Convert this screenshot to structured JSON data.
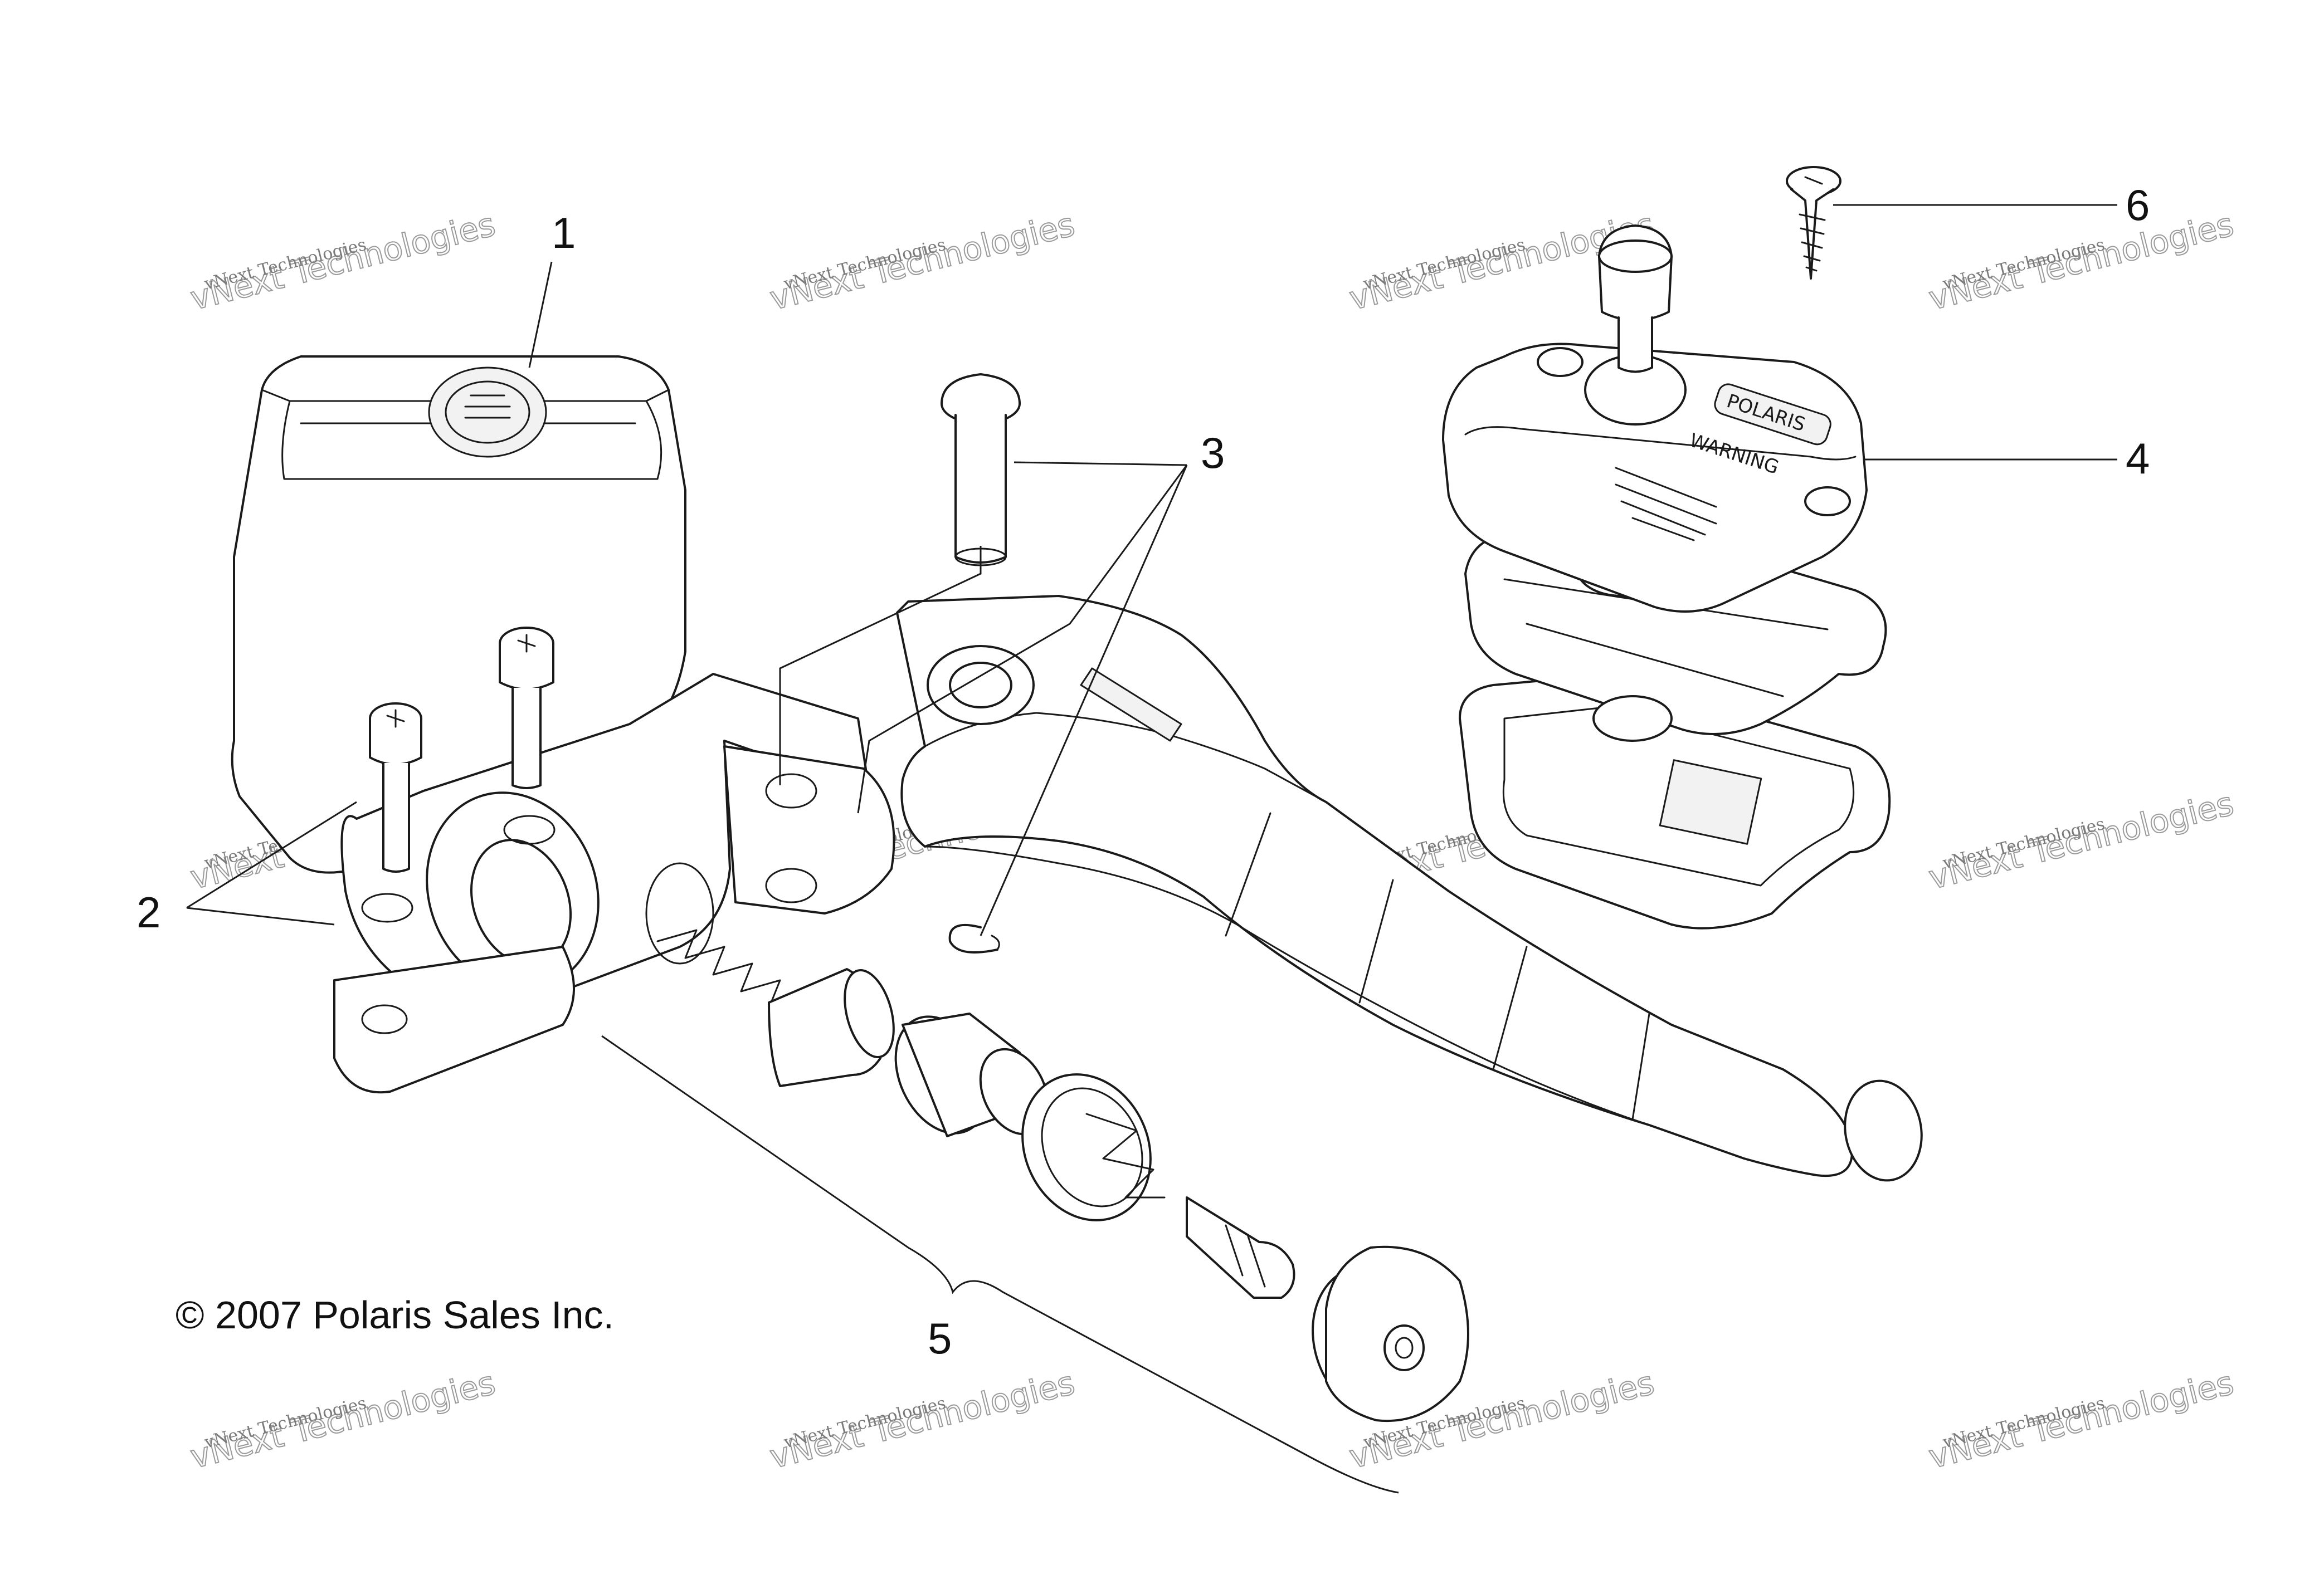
{
  "diagram": {
    "copyright": "© 2007 Polaris Sales Inc.",
    "callouts": [
      {
        "number": "1",
        "part": "master-cylinder-body"
      },
      {
        "number": "2",
        "part": "clamp-screws"
      },
      {
        "number": "3",
        "part": "lever-pivot-pin-and-clip"
      },
      {
        "number": "4",
        "part": "reservoir-cover-and-diaphragm"
      },
      {
        "number": "5",
        "part": "piston-kit"
      },
      {
        "number": "6",
        "part": "cover-screw"
      }
    ],
    "watermark": {
      "line1": "vNext Technologies",
      "line2": "vNext Technologies"
    },
    "cover_text": {
      "brand": "POLARIS",
      "warning": "WARNING"
    }
  }
}
